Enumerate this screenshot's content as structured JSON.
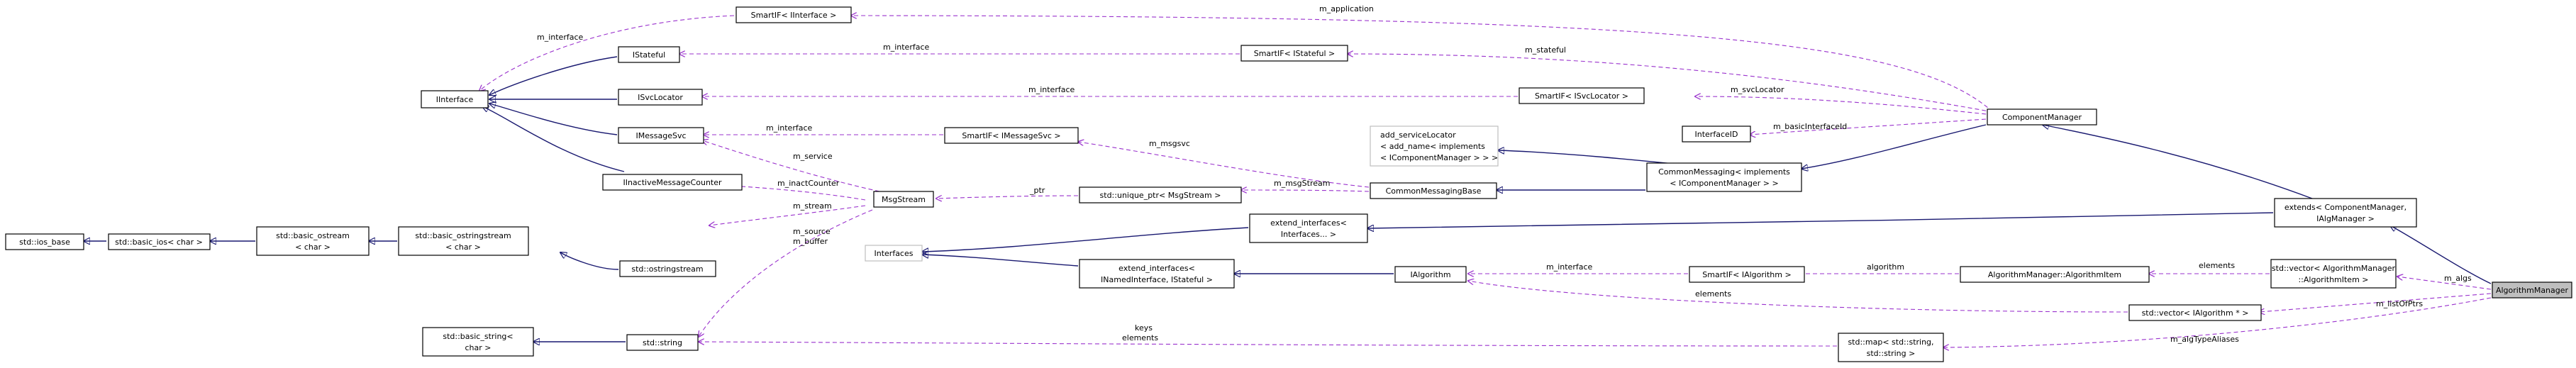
{
  "nodes": {
    "ios_base": "std::ios_base",
    "basic_ios": "std::basic_ios< char >",
    "basic_ostream": [
      "std::basic_ostream",
      "< char >"
    ],
    "basic_ostringstream": [
      "std::basic_ostringstream",
      "< char >"
    ],
    "ostringstream": "std::ostringstream",
    "basic_string": [
      "std::basic_string<",
      "char >"
    ],
    "string": "std::string",
    "iinterface": "IInterface",
    "istateful": "IStateful",
    "isvclocator": "ISvcLocator",
    "imessagesvc": "IMessageSvc",
    "iinactive": "IInactiveMessageCounter",
    "msgstream": "MsgStream",
    "interfaces": "Interfaces",
    "sf_iinterface": "SmartIF< IInterface >",
    "sf_istateful": "SmartIF< IStateful >",
    "sf_isvclocator": "SmartIF< ISvcLocator >",
    "sf_imessagesvc": "SmartIF< IMessageSvc >",
    "sf_ialgorithm": "SmartIF< IAlgorithm >",
    "unique_ptr": "std::unique_ptr< MsgStream >",
    "add_svc": [
      "add_serviceLocator",
      "< add_name< implements",
      "< IComponentManager > > >"
    ],
    "cmbase": "CommonMessagingBase",
    "cm_impl": [
      "CommonMessaging< implements",
      "< IComponentManager > >"
    ],
    "interfaceid": "InterfaceID",
    "componentmanager": "ComponentManager",
    "extend_interfaces": [
      "extend_interfaces<",
      "Interfaces... >"
    ],
    "extend_interfaces2": [
      "extend_interfaces<",
      "INamedInterface, IStateful >"
    ],
    "ialgorithm": "IAlgorithm",
    "algitem": "AlgorithmManager::AlgorithmItem",
    "vec_algitem": [
      "std::vector< AlgorithmManager",
      "::AlgorithmItem >"
    ],
    "vec_ialg": "std::vector< IAlgorithm * >",
    "map_str": [
      "std::map< std::string,",
      "std::string >"
    ],
    "extends_cm": [
      "extends< ComponentManager,",
      "IAlgManager >"
    ],
    "algmanager": "AlgorithmManager"
  },
  "edge_labels": {
    "m_application": "m_application",
    "m_interface_a": "m_interface",
    "m_interface_b": "m_interface",
    "m_interface_c": "m_interface",
    "m_interface_d": "m_interface",
    "m_interface_e": "m_interface",
    "m_stateful": "m_stateful",
    "m_svcLocator": "m_svcLocator",
    "m_basicInterfaceId": "m_basicInterfaceId",
    "m_msgsvc": "m_msgsvc",
    "m_service": "m_service",
    "m_inactCounter": "m_inactCounter",
    "m_stream": "m_stream",
    "ptr": "_ptr",
    "m_msgStream": "m_msgStream",
    "m_source": "m_source",
    "m_buffer": "m_buffer",
    "algorithm": "algorithm",
    "elements_a": "elements",
    "elements_b": "elements",
    "elements_c": "elements",
    "m_algs": "m_algs",
    "m_listOfPtrs": "m_listOfPtrs",
    "keys": "keys",
    "m_algTypeAliases": "m_algTypeAliases"
  },
  "colors": {
    "inheritance": "#191970",
    "usage": "#9a32cd",
    "template": "#ffa500",
    "focus_fill": "#bfbfbf"
  }
}
